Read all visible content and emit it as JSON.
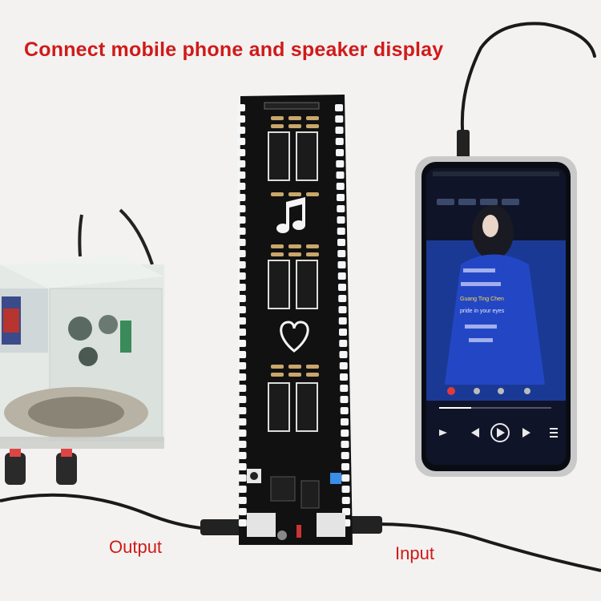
{
  "headline": "Connect mobile phone and speaker display",
  "labels": {
    "output": "Output",
    "input": "Input"
  },
  "phone": {
    "lyrics": [
      "Guang Ting Chen",
      "pride in your eyes"
    ]
  },
  "colors": {
    "caption_red": "#d01a1a",
    "pcb_black": "#111111",
    "led_white": "#f4f6f8",
    "screen_blue": "#1c3fa8",
    "phone_body": "#c9c9c9"
  }
}
